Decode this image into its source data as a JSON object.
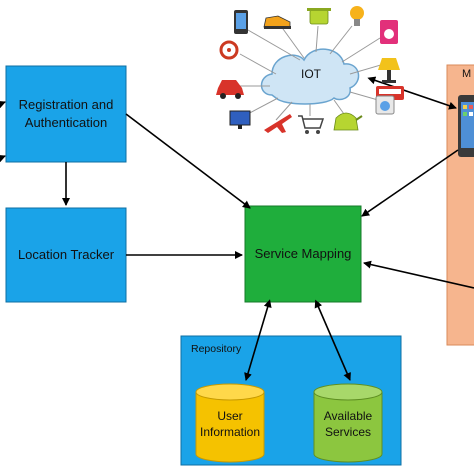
{
  "diagram": {
    "registration_label": "Registration and\nAuthentication",
    "location_label": "Location Tracker",
    "service_label": "Service Mapping",
    "repository_label": "Repository",
    "user_info_label": "User\nInformation",
    "available_label": "Available\nServices",
    "iot_label": "IOT",
    "mobile_label_partial": "M"
  },
  "colors": {
    "blue_box": "#1aa3e8",
    "green_box": "#1fae3c",
    "repository_bg": "#1aa3e8",
    "user_cylinder": "#f5c200",
    "services_cylinder": "#8cc63f",
    "mobile_panel": "#f6b58e",
    "cloud": "#cfe5f5"
  },
  "icons": [
    "phone-icon",
    "sneaker-icon",
    "cooking-pot-icon",
    "light-bulb-icon",
    "washing-machine-icon",
    "steering-wheel-icon",
    "car-icon",
    "lamp-icon",
    "bus-icon",
    "tv-icon",
    "airplane-icon",
    "shopping-cart-icon",
    "kettle-icon",
    "bathtub-icon",
    "refrigerator-icon",
    "smartphone-icon"
  ]
}
